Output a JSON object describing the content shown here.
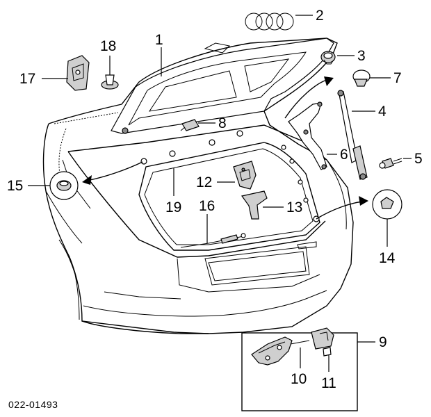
{
  "diagram_code": "022-01493",
  "callouts": {
    "c1": "1",
    "c2": "2",
    "c3": "3",
    "c4": "4",
    "c5": "5",
    "c6": "6",
    "c7": "7",
    "c8": "8",
    "c9": "9",
    "c10": "10",
    "c11": "11",
    "c12": "12",
    "c13": "13",
    "c14": "14",
    "c15": "15",
    "c16": "16",
    "c17": "17",
    "c18": "18",
    "c19": "19"
  }
}
